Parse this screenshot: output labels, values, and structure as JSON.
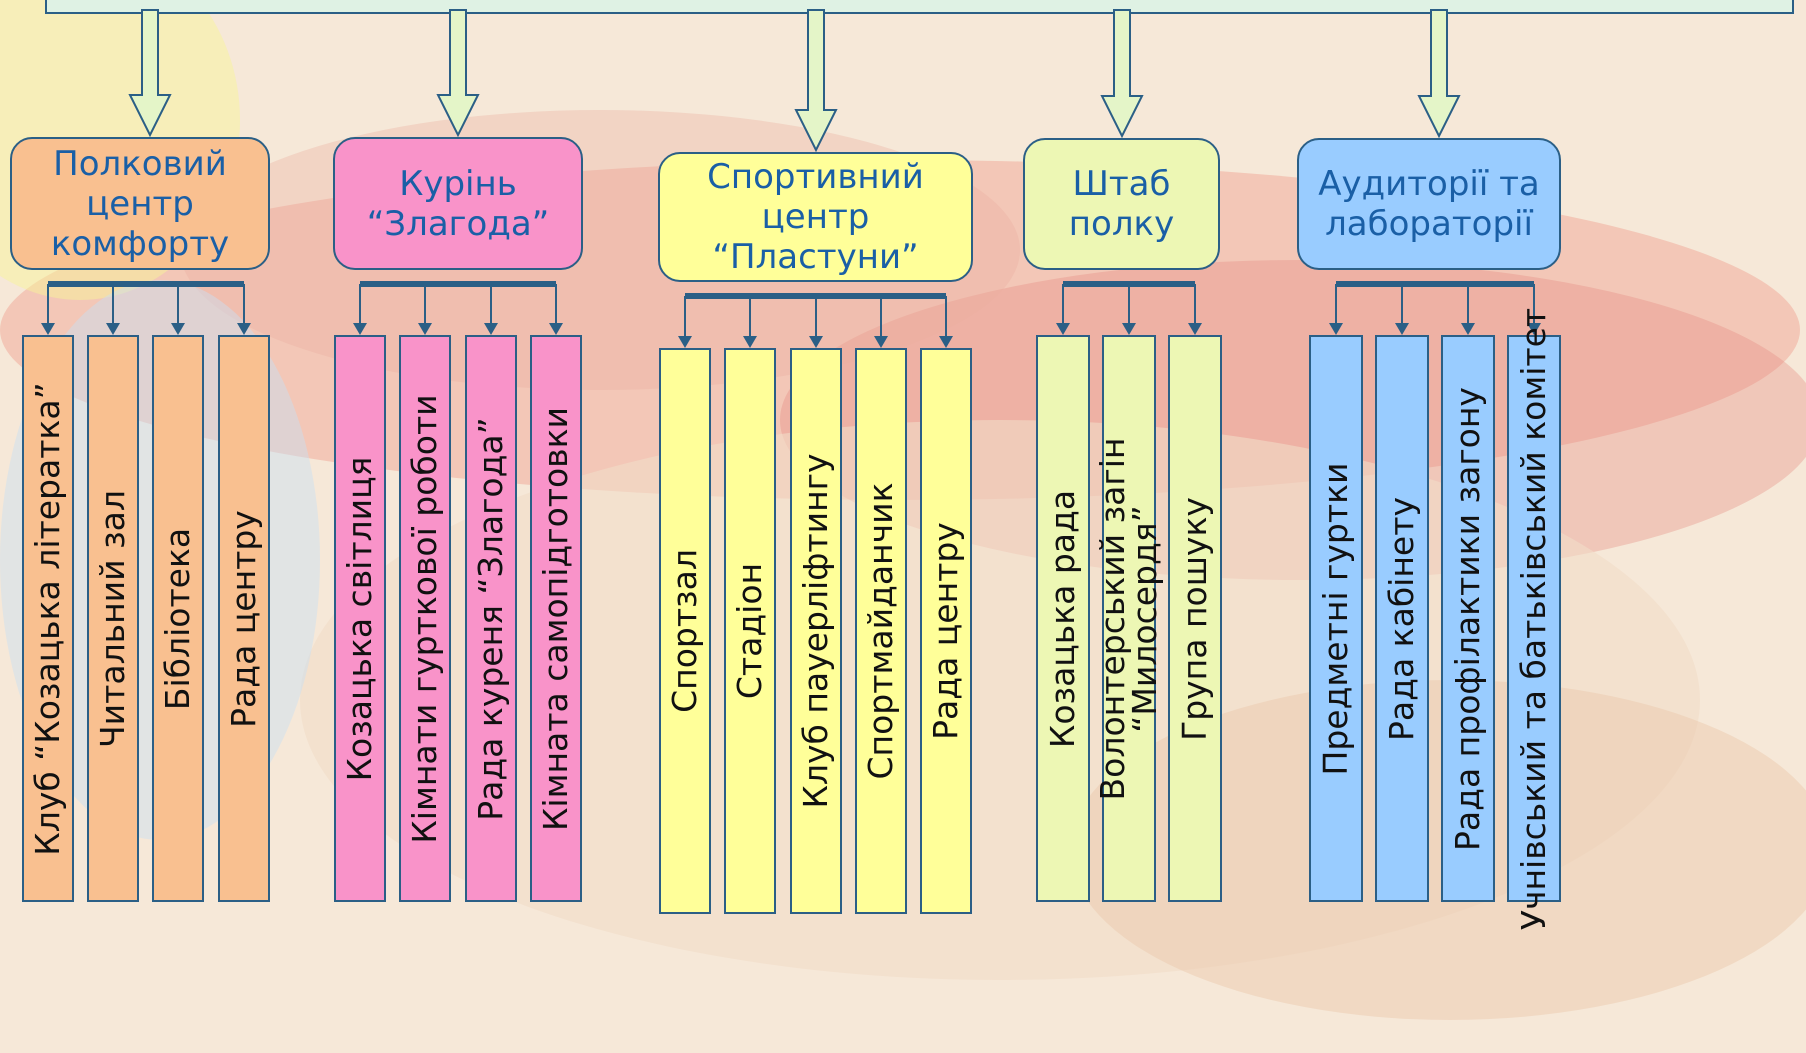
{
  "colors": {
    "orange": "#f9c090",
    "pink": "#f993c9",
    "yellow": "#ffff99",
    "light_green": "#edf7b4",
    "blue": "#99ccff",
    "border": "#2b5f86",
    "title_text": "#1a5fa6",
    "arrow_fill": "#e4f5c8"
  },
  "groups": [
    {
      "title": "Полковий центр комфорту",
      "color": "orange",
      "items": [
        "Клуб “Козацька літератка”",
        "Читальний зал",
        "Бібліотека",
        "Рада центру"
      ]
    },
    {
      "title": "Курінь “Злагода”",
      "color": "pink",
      "items": [
        "Козацька світлиця",
        "Кімнати гурткової роботи",
        "Рада куреня “Злагода”",
        "Кімната самопідготовки"
      ]
    },
    {
      "title": "Спортивний центр “Пластуни”",
      "color": "yellow",
      "items": [
        "Спортзал",
        "Стадіон",
        "Клуб пауерліфтингу",
        "Спортмайданчик",
        "Рада центру"
      ]
    },
    {
      "title": "Штаб полку",
      "color": "light_green",
      "items": [
        "Козацька рада",
        "Волонтерський загін “Милосердя”",
        "Група пошуку"
      ]
    },
    {
      "title": "Аудиторії та лабораторії",
      "color": "blue",
      "items": [
        "Предметні гуртки",
        "Рада кабінету",
        "Рада профілактики загону",
        "Учнівський та батьківський комітет"
      ]
    }
  ]
}
